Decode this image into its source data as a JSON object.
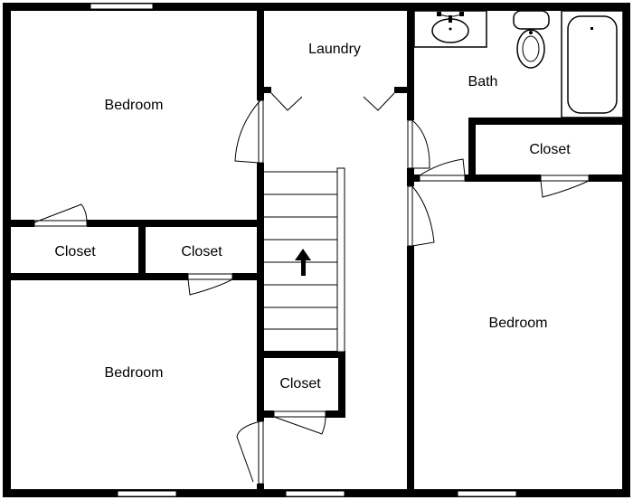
{
  "rooms": {
    "bedroom_top_left": "Bedroom",
    "bedroom_bottom_left": "Bedroom",
    "bedroom_right": "Bedroom",
    "laundry": "Laundry",
    "bath": "Bath",
    "closet_bath": "Closet",
    "closet_left_1": "Closet",
    "closet_left_2": "Closet",
    "closet_center": "Closet"
  },
  "colors": {
    "wall": "#000000",
    "background": "#ffffff"
  },
  "icons": {
    "stairs_direction": "up-arrow-icon",
    "sink": "sink-icon",
    "toilet": "toilet-icon",
    "bathtub": "bathtub-icon"
  }
}
